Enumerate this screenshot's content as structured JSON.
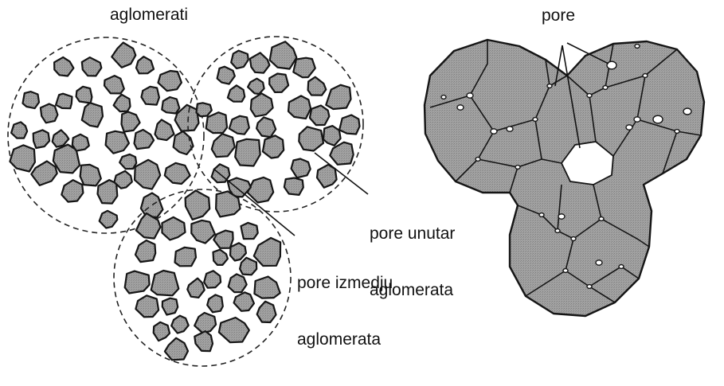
{
  "labels": {
    "agglomerates": "aglomerati",
    "pores": "pore",
    "pores_within_line1": "pore unutar",
    "pores_within_line2": "aglomerata",
    "pores_between_line1": "pore izmedju",
    "pores_between_line2": "aglomerata"
  },
  "colors": {
    "grain_fill": "#9b9b9b",
    "outline": "#1a1a1a",
    "background": "#ffffff",
    "pore_fill": "#ffffff"
  }
}
